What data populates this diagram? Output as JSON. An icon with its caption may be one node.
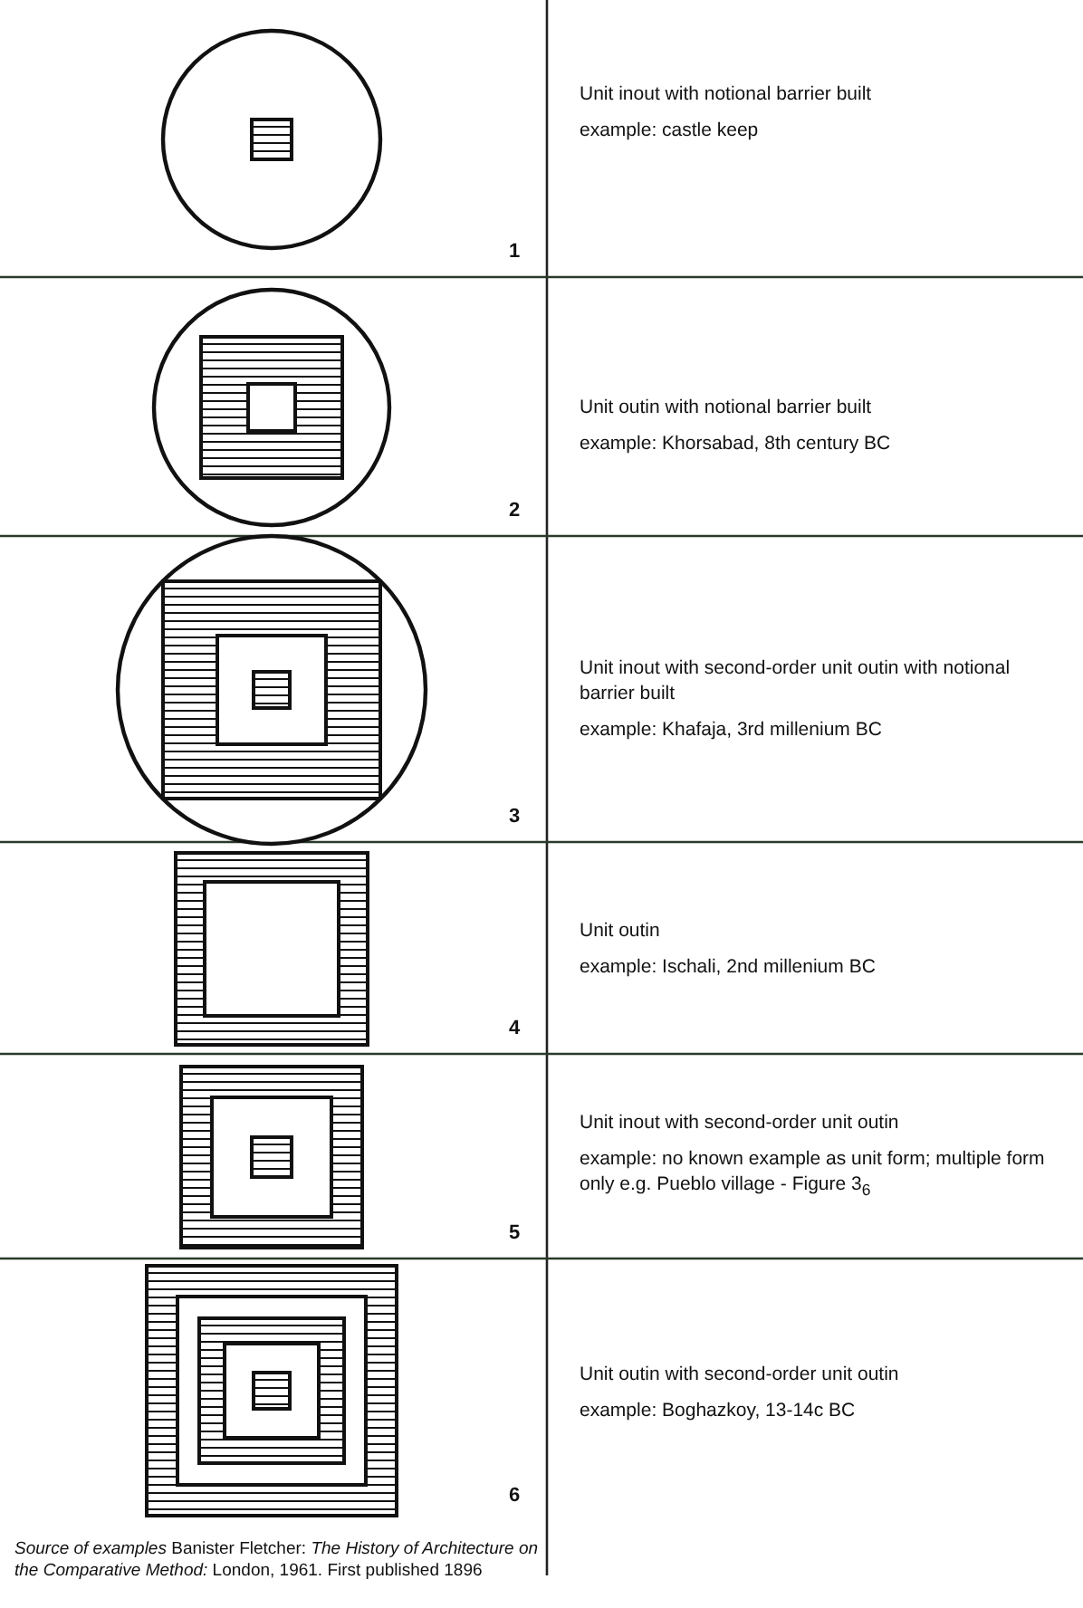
{
  "diagram": {
    "caption": "*Source of examples* Banister Fletcher: *The History of Architecture on the Comparative Method:* London, 1961. First published 1896",
    "labels": [
      "Unit inout with notional barrier built",
      "example: castle keep",
      "1",
      "Unit outin with notional barrier built",
      "example: Khorsabad, 8th century BC",
      "2",
      "Unit inout with second-order unit outin with notional barrier built",
      "example: Khafaja, 3rd millenium BC",
      "3",
      "Unit outin",
      "example: Ischali, 2nd millenium BC",
      "4",
      "Unit inout with second-order unit outin",
      "example: no known example as unit form; multiple form only e.g. Pueblo village  - Figure 3$_{6}$",
      "5",
      "Unit outin with second-order unit outin",
      "example: Boghazkoy, 13-14c BC",
      "6"
    ]
  }
}
